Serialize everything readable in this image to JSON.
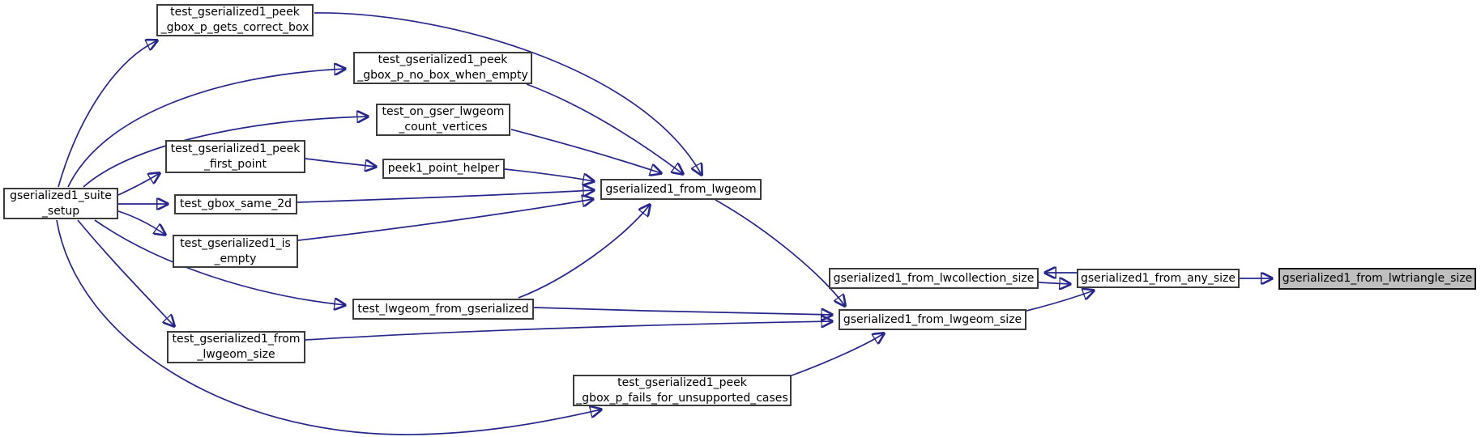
{
  "diagram": {
    "kind": "function-call-graph",
    "edge_color": "#26268b",
    "node_border_color": "#3c3c3c",
    "highlight_fill": "#bfbfbf",
    "nodes": {
      "peek_gbox_p_gets_correct_box": {
        "label": "test_gserialized1_peek\n_gbox_p_gets_correct_box"
      },
      "peek_gbox_p_no_box_when_empty": {
        "label": "test_gserialized1_peek\n_gbox_p_no_box_when_empty"
      },
      "on_gser_lwgeom_count_vertices": {
        "label": "test_on_gser_lwgeom\n_count_vertices"
      },
      "peek_first_point": {
        "label": "test_gserialized1_peek\n_first_point"
      },
      "peek1_point_helper": {
        "label": "peek1_point_helper"
      },
      "suite_setup": {
        "label": "gserialized1_suite\n_setup"
      },
      "gbox_same_2d": {
        "label": "test_gbox_same_2d"
      },
      "is_empty": {
        "label": "test_gserialized1_is\n_empty"
      },
      "from_lwgeom": {
        "label": "gserialized1_from_lwgeom"
      },
      "lwgeom_from_gserialized": {
        "label": "test_lwgeom_from_gserialized"
      },
      "test_from_lwgeom_size": {
        "label": "test_gserialized1_from\n_lwgeom_size"
      },
      "peek_gbox_p_fails": {
        "label": "test_gserialized1_peek\n_gbox_p_fails_for_unsupported_cases"
      },
      "from_lwcollection_size": {
        "label": "gserialized1_from_lwcollection_size"
      },
      "from_lwgeom_size": {
        "label": "gserialized1_from_lwgeom_size"
      },
      "from_any_size": {
        "label": "gserialized1_from_any_size"
      },
      "from_lwtriangle_size": {
        "label": "gserialized1_from_lwtriangle_size"
      }
    },
    "edges": [
      {
        "from": "gserialized1_suite_setup",
        "to": "test_gserialized1_peek_gbox_p_gets_correct_box"
      },
      {
        "from": "gserialized1_suite_setup",
        "to": "test_gserialized1_peek_gbox_p_no_box_when_empty"
      },
      {
        "from": "gserialized1_suite_setup",
        "to": "test_on_gser_lwgeom_count_vertices"
      },
      {
        "from": "gserialized1_suite_setup",
        "to": "test_gserialized1_peek_first_point"
      },
      {
        "from": "gserialized1_suite_setup",
        "to": "test_gbox_same_2d"
      },
      {
        "from": "gserialized1_suite_setup",
        "to": "test_gserialized1_is_empty"
      },
      {
        "from": "gserialized1_suite_setup",
        "to": "test_lwgeom_from_gserialized"
      },
      {
        "from": "gserialized1_suite_setup",
        "to": "test_gserialized1_from_lwgeom_size"
      },
      {
        "from": "gserialized1_suite_setup",
        "to": "test_gserialized1_peek_gbox_p_fails_for_unsupported_cases"
      },
      {
        "from": "test_gserialized1_peek_gbox_p_gets_correct_box",
        "to": "gserialized1_from_lwgeom"
      },
      {
        "from": "test_gserialized1_peek_gbox_p_no_box_when_empty",
        "to": "gserialized1_from_lwgeom"
      },
      {
        "from": "test_on_gser_lwgeom_count_vertices",
        "to": "gserialized1_from_lwgeom"
      },
      {
        "from": "test_gserialized1_peek_first_point",
        "to": "peek1_point_helper"
      },
      {
        "from": "peek1_point_helper",
        "to": "gserialized1_from_lwgeom"
      },
      {
        "from": "test_gbox_same_2d",
        "to": "gserialized1_from_lwgeom"
      },
      {
        "from": "test_gserialized1_is_empty",
        "to": "gserialized1_from_lwgeom"
      },
      {
        "from": "test_lwgeom_from_gserialized",
        "to": "gserialized1_from_lwgeom"
      },
      {
        "from": "gserialized1_from_lwgeom",
        "to": "gserialized1_from_lwgeom_size"
      },
      {
        "from": "test_lwgeom_from_gserialized",
        "to": "gserialized1_from_lwgeom_size"
      },
      {
        "from": "test_gserialized1_from_lwgeom_size",
        "to": "gserialized1_from_lwgeom_size"
      },
      {
        "from": "test_gserialized1_peek_gbox_p_fails_for_unsupported_cases",
        "to": "gserialized1_from_lwgeom_size"
      },
      {
        "from": "gserialized1_from_lwgeom_size",
        "to": "gserialized1_from_any_size"
      },
      {
        "from": "gserialized1_from_lwcollection_size",
        "to": "gserialized1_from_any_size"
      },
      {
        "from": "gserialized1_from_any_size",
        "to": "gserialized1_from_lwcollection_size"
      },
      {
        "from": "gserialized1_from_any_size",
        "to": "gserialized1_from_lwtriangle_size"
      }
    ]
  }
}
